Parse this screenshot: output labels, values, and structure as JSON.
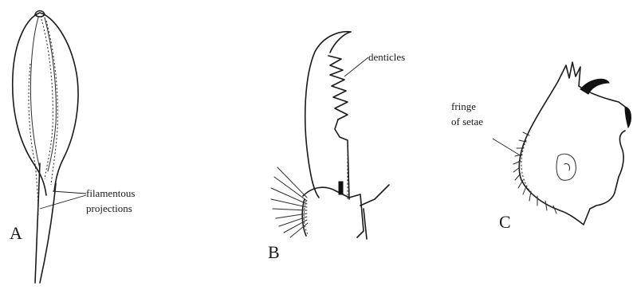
{
  "panels": [
    {
      "letter": "A",
      "labels": [
        "filamentous",
        "projections"
      ]
    },
    {
      "letter": "B",
      "labels": [
        "denticles"
      ]
    },
    {
      "letter": "C",
      "labels": [
        "fringe",
        "of setae"
      ]
    }
  ]
}
